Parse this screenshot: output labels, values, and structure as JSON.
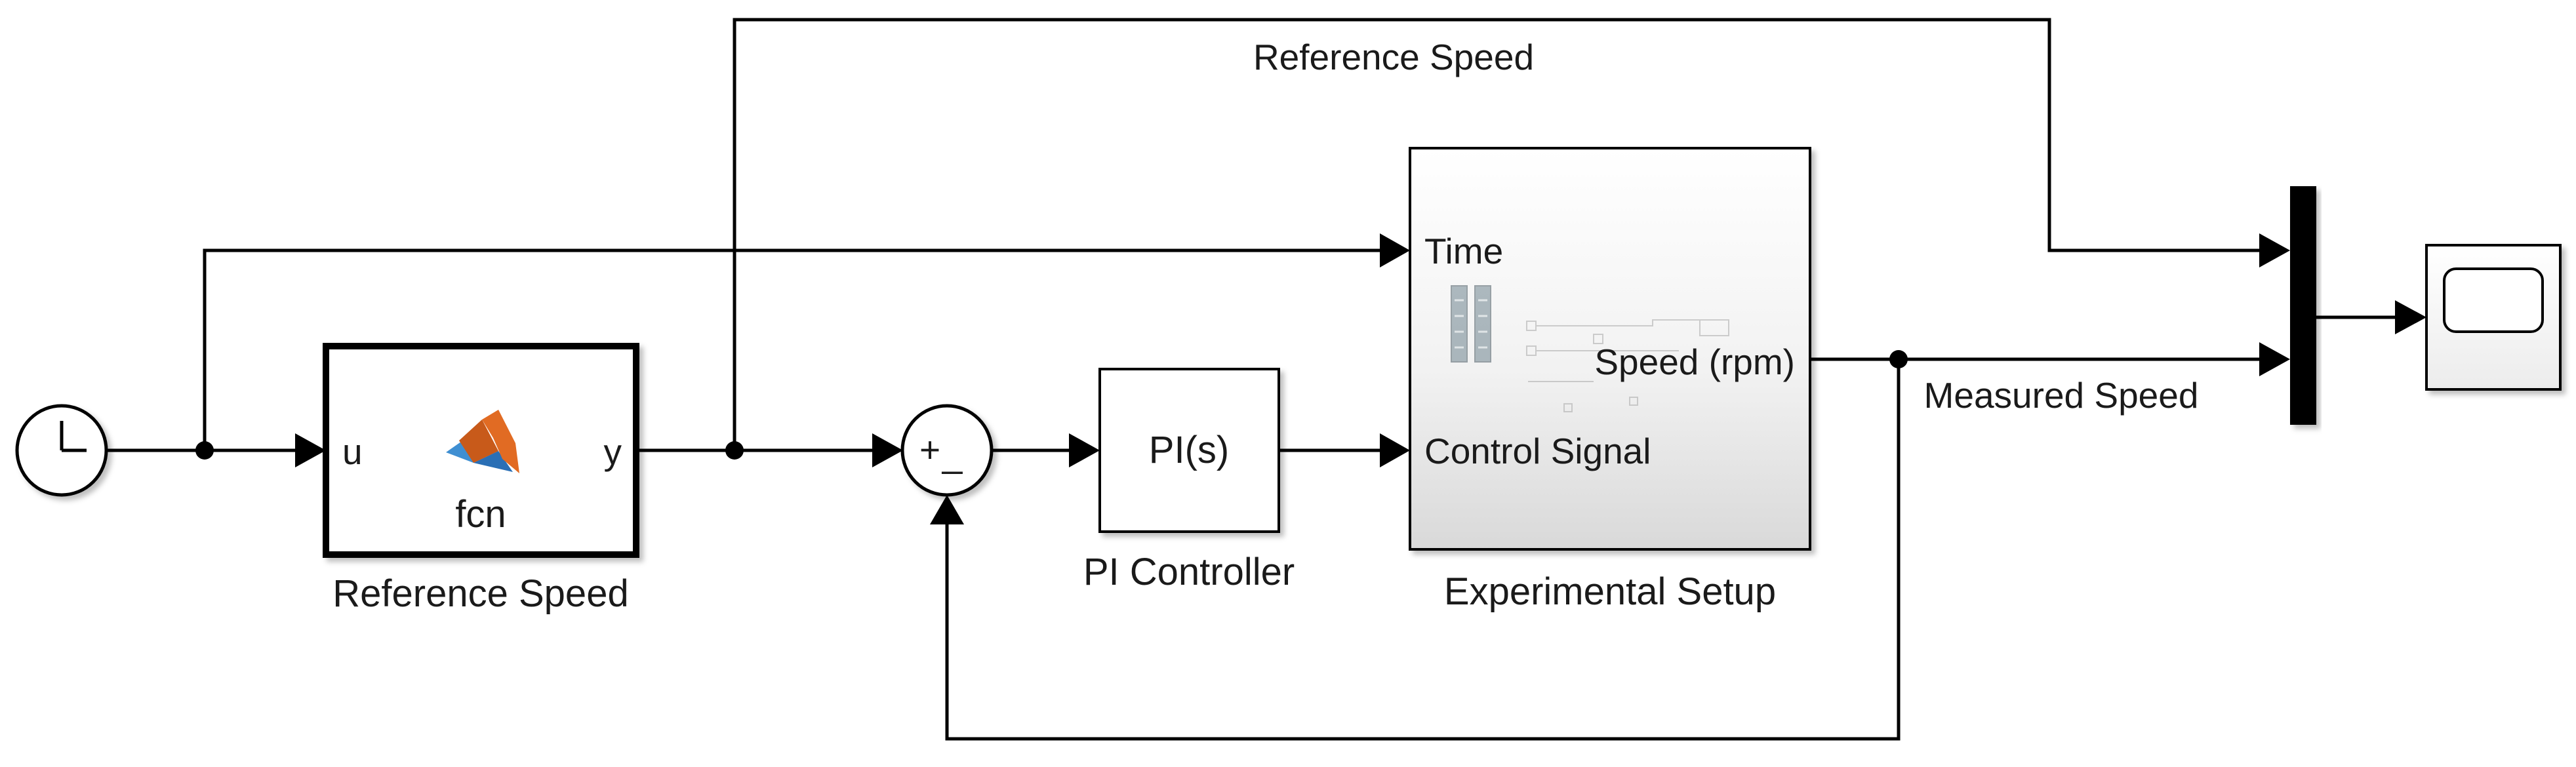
{
  "blocks": {
    "matlab_function": {
      "name": "Reference Speed",
      "function_name": "fcn",
      "input_port": "u",
      "output_port": "y"
    },
    "sum": {
      "plus_sign": "+",
      "minus_sign": "_"
    },
    "pi_controller": {
      "name": "PI Controller",
      "content": "PI(s)"
    },
    "experimental_setup": {
      "name": "Experimental Setup",
      "input_time": "Time",
      "input_control": "Control Signal",
      "output_speed": "Speed (rpm)"
    }
  },
  "signals": {
    "reference_speed": "Reference Speed",
    "measured_speed": "Measured Speed"
  },
  "colors": {
    "matlab_orange": "#e16b23",
    "matlab_blue": "#3f8fd2",
    "subsystem_gradient_top": "#ffffff",
    "subsystem_gradient_bottom": "#dedede"
  }
}
